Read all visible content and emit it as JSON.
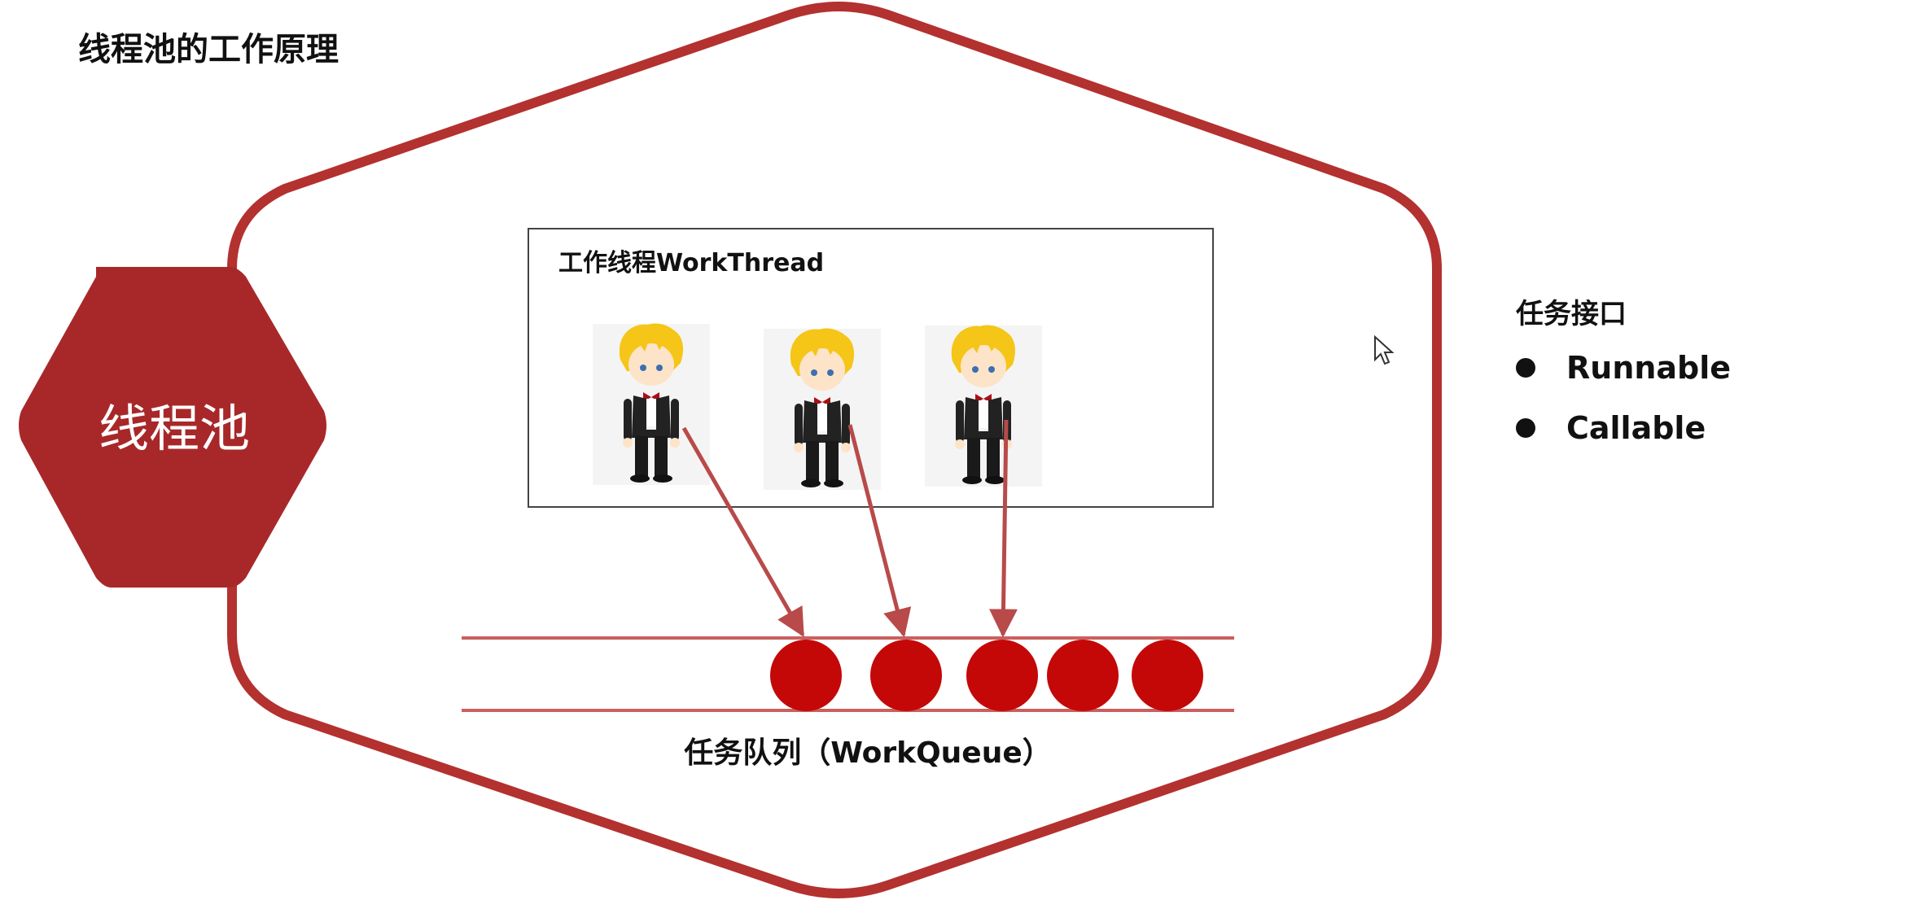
{
  "page": {
    "title": "线程池的工作原理"
  },
  "pool": {
    "label": "线程池"
  },
  "workers": {
    "label": "工作线程WorkThread",
    "count": 3
  },
  "queue": {
    "label": "任务队列（WorkQueue）",
    "task_count": 5
  },
  "interface": {
    "title": "任务接口",
    "items": [
      "Runnable",
      "Callable"
    ]
  },
  "colors": {
    "pool_border": "#b3312f",
    "pool_hex_fill": "#a8282a",
    "queue_line": "#c96060",
    "task_fill": "#c40808",
    "arrow": "#b84a4a"
  }
}
